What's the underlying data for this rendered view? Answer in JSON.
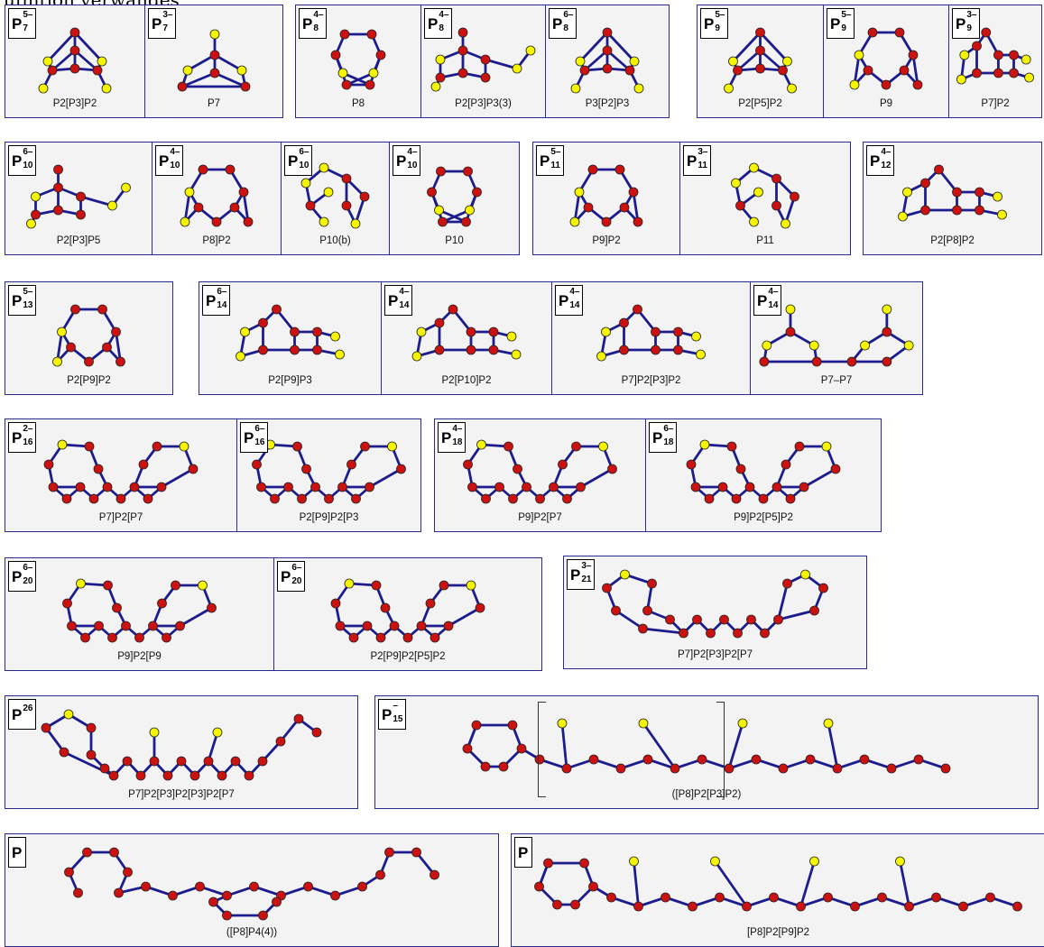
{
  "header_text": "ufnition verwandes",
  "colors": {
    "bond": "#1c1c8e",
    "atom_red": "#cc1111",
    "atom_yellow": "#f5f500",
    "panel_bg": "#f3f3f3"
  },
  "molecules": [
    {
      "label": "P",
      "sup": "5–",
      "sub": "7",
      "caption": "P2[P3]P2"
    },
    {
      "label": "P",
      "sup": "3–",
      "sub": "7",
      "caption": "P7"
    },
    {
      "label": "P",
      "sup": "4–",
      "sub": "8",
      "caption": "P8"
    },
    {
      "label": "P",
      "sup": "4–",
      "sub": "8",
      "caption": "P2[P3]P3(3)"
    },
    {
      "label": "P",
      "sup": "6–",
      "sub": "8",
      "caption": "P3[P2]P3"
    },
    {
      "label": "P",
      "sup": "5–",
      "sub": "9",
      "caption": "P2[P5]P2"
    },
    {
      "label": "P",
      "sup": "5–",
      "sub": "9",
      "caption": "P9"
    },
    {
      "label": "P",
      "sup": "3–",
      "sub": "9",
      "caption": "P7]P2"
    },
    {
      "label": "P",
      "sup": "6–",
      "sub": "10",
      "caption": "P2[P3]P5"
    },
    {
      "label": "P",
      "sup": "4–",
      "sub": "10",
      "caption": "P8]P2"
    },
    {
      "label": "P",
      "sup": "6–",
      "sub": "10",
      "caption": "P10(b)"
    },
    {
      "label": "P",
      "sup": "4–",
      "sub": "10",
      "caption": "P10"
    },
    {
      "label": "P",
      "sup": "5–",
      "sub": "11",
      "caption": "P9]P2"
    },
    {
      "label": "P",
      "sup": "3–",
      "sub": "11",
      "caption": "P11"
    },
    {
      "label": "P",
      "sup": "4–",
      "sub": "12",
      "caption": "P2[P8]P2"
    },
    {
      "label": "P",
      "sup": "5–",
      "sub": "13",
      "caption": "P2[P9]P2"
    },
    {
      "label": "P",
      "sup": "6–",
      "sub": "14",
      "caption": "P2[P9]P3"
    },
    {
      "label": "P",
      "sup": "4–",
      "sub": "14",
      "caption": "P2[P10]P2"
    },
    {
      "label": "P",
      "sup": "4–",
      "sub": "14",
      "caption": "P7]P2[P3]P2"
    },
    {
      "label": "P",
      "sup": "4–",
      "sub": "14",
      "caption": "P7–P7"
    },
    {
      "label": "P",
      "sup": "2–",
      "sub": "16",
      "caption": "P7]P2[P7"
    },
    {
      "label": "P",
      "sup": "6–",
      "sub": "16",
      "caption": "P2[P9]P2[P3"
    },
    {
      "label": "P",
      "sup": "4–",
      "sub": "18",
      "caption": "P9]P2[P7"
    },
    {
      "label": "P",
      "sup": "6–",
      "sub": "18",
      "caption": "P9]P2[P5]P2"
    },
    {
      "label": "P",
      "sup": "6–",
      "sub": "20",
      "caption": "P9]P2[P9"
    },
    {
      "label": "P",
      "sup": "6–",
      "sub": "20",
      "caption": "P2[P9]P2[P5]P2"
    },
    {
      "label": "P",
      "sup": "3–",
      "sub": "21",
      "caption": "P7]P2[P3]P2[P7"
    },
    {
      "label": "P",
      "sup": "",
      "sub": "26",
      "caption": "P7]P2[P3]P2[P3]P2[P7"
    },
    {
      "label": "P",
      "sup": "–",
      "sub": "15",
      "caption": "([P8]P2[P3]P2)"
    },
    {
      "label": "P",
      "sup": "",
      "sub": "",
      "caption": "([P8]P4(4))"
    },
    {
      "label": "P",
      "sup": "",
      "sub": "",
      "caption": "[P8]P2[P9]P2"
    }
  ]
}
